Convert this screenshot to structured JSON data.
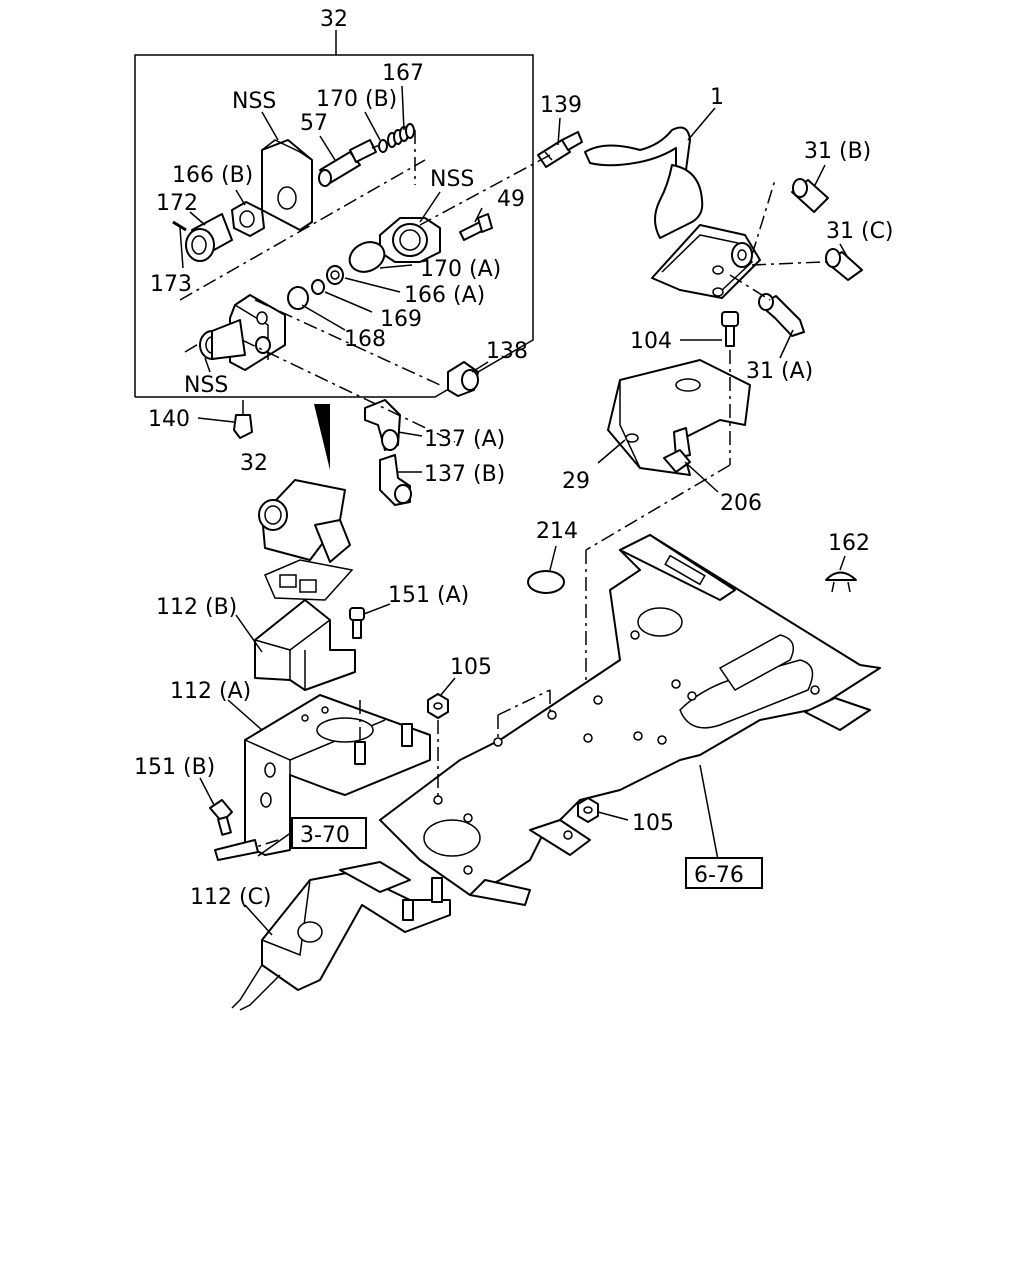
{
  "labels": {
    "l32_top": "32",
    "l167": "167",
    "lNSS1": "NSS",
    "l170B": "170 (B)",
    "l57": "57",
    "l166B": "166 (B)",
    "lNSS2": "NSS",
    "l172": "172",
    "l173": "173",
    "l49": "49",
    "l170A": "170 (A)",
    "l166A": "166 (A)",
    "l169": "169",
    "l168": "168",
    "lNSS3": "NSS",
    "l139": "139",
    "l1": "1",
    "l31B": "31 (B)",
    "l31C": "31 (C)",
    "l104": "104",
    "l31A": "31 (A)",
    "l138": "138",
    "l140": "140",
    "l137A": "137 (A)",
    "l32_mid": "32",
    "l137B": "137 (B)",
    "l29": "29",
    "l206": "206",
    "l214": "214",
    "l162": "162",
    "l112B": "112 (B)",
    "l151A": "151 (A)",
    "l105a": "105",
    "l112A": "112 (A)",
    "l151B": "151 (B)",
    "l370": "3-70",
    "l105b": "105",
    "l676": "6-76",
    "l112C": "112 (C)"
  }
}
